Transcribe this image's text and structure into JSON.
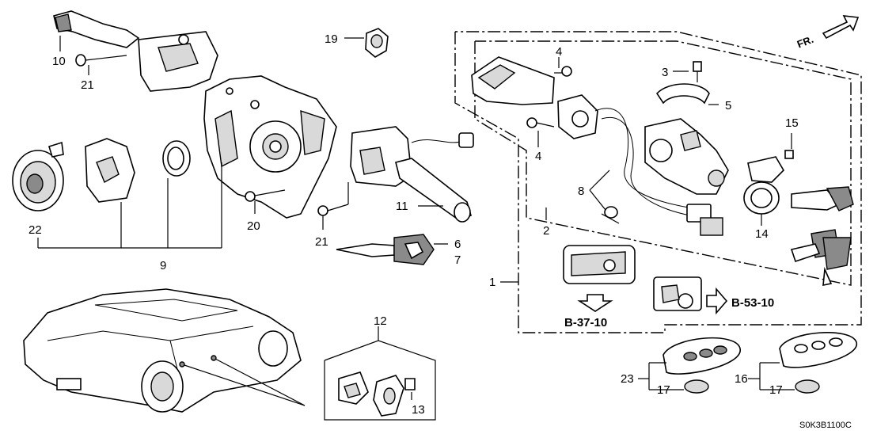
{
  "diagram": {
    "direction_label": "FR.",
    "code": "S0K3B1100C",
    "refs": {
      "ref_a": "B-37-10",
      "ref_b": "B-53-10"
    },
    "callouts": {
      "c1": "1",
      "c2": "2",
      "c3": "3",
      "c4a": "4",
      "c4b": "4",
      "c5": "5",
      "c6": "6",
      "c7": "7",
      "c8": "8",
      "c9": "9",
      "c10": "10",
      "c11": "11",
      "c12": "12",
      "c13": "13",
      "c14": "14",
      "c15": "15",
      "c16": "16",
      "c17a": "17",
      "c17b": "17",
      "c19": "19",
      "c20": "20",
      "c21a": "21",
      "c21b": "21",
      "c22": "22",
      "c23": "23"
    }
  }
}
